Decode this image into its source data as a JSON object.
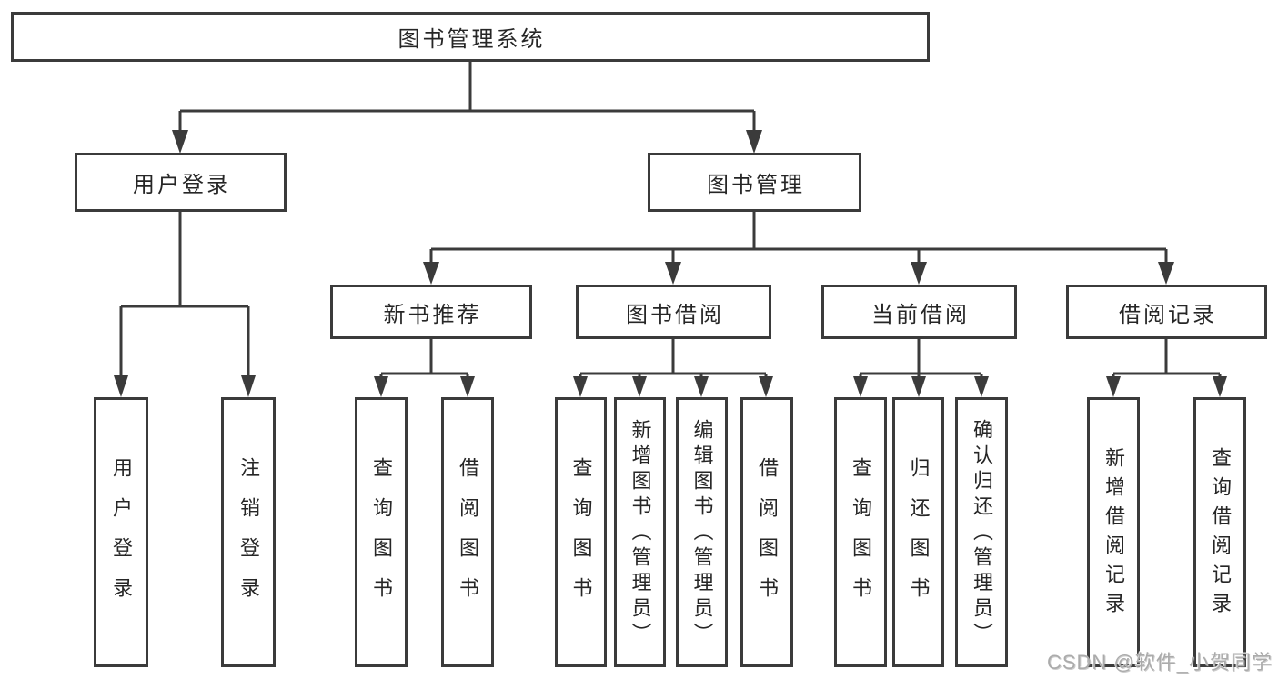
{
  "colors": {
    "line": "#3b3b3b",
    "text": "#262626",
    "background": "#ffffff"
  },
  "watermark": {
    "text": "CSDN @软件_小贺同学"
  },
  "diagram": {
    "type": "hierarchy-tree",
    "root": {
      "label": "图书管理系统"
    },
    "branches": [
      {
        "label": "用户登录",
        "children": [
          {
            "label": "用户登录"
          },
          {
            "label": "注销登录"
          }
        ]
      },
      {
        "label": "图书管理",
        "children": [
          {
            "label": "新书推荐",
            "children": [
              {
                "label": "查询图书"
              },
              {
                "label": "借阅图书"
              }
            ]
          },
          {
            "label": "图书借阅",
            "children": [
              {
                "label": "查询图书"
              },
              {
                "label": "新增图书（管理员）"
              },
              {
                "label": "编辑图书（管理员）"
              },
              {
                "label": "借阅图书"
              }
            ]
          },
          {
            "label": "当前借阅",
            "children": [
              {
                "label": "查询图书"
              },
              {
                "label": "归还图书"
              },
              {
                "label": "确认归还（管理员）"
              }
            ]
          },
          {
            "label": "借阅记录",
            "children": [
              {
                "label": "新增借阅记录"
              },
              {
                "label": "查询借阅记录"
              }
            ]
          }
        ]
      }
    ]
  }
}
